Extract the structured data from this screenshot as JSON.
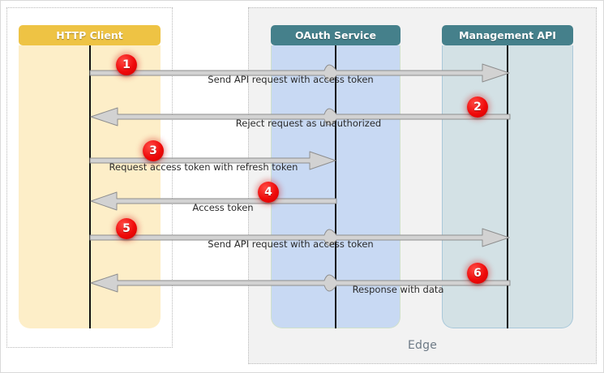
{
  "diagram": {
    "type": "sequence-diagram",
    "groups": [
      {
        "id": "client",
        "label": ""
      },
      {
        "id": "edge",
        "label": "Edge"
      }
    ],
    "actors": [
      {
        "id": "client",
        "name": "HTTP Client",
        "head_color": "#eec344",
        "body_color": "#fdeec8"
      },
      {
        "id": "oauth",
        "name": "OAuth Service",
        "head_color": "#45808b",
        "body_color": "#c8d9f3"
      },
      {
        "id": "mgmt",
        "name": "Management API",
        "head_color": "#45808b",
        "body_color": "#d3e1e5"
      }
    ],
    "messages": [
      {
        "step": "1",
        "label": "Send API request with access token",
        "from": "client",
        "to": "mgmt",
        "direction": "right"
      },
      {
        "step": "2",
        "label": "Reject request as unauthorized",
        "from": "mgmt",
        "to": "client",
        "direction": "left"
      },
      {
        "step": "3",
        "label": "Request access token with refresh token",
        "from": "client",
        "to": "oauth",
        "direction": "right"
      },
      {
        "step": "4",
        "label": "Access token",
        "from": "oauth",
        "to": "client",
        "direction": "left"
      },
      {
        "step": "5",
        "label": "Send API request with access token",
        "from": "client",
        "to": "mgmt",
        "direction": "right"
      },
      {
        "step": "6",
        "label": "Response with data",
        "from": "mgmt",
        "to": "client",
        "direction": "left"
      }
    ],
    "colors": {
      "badge": "#ef0a0a",
      "arrow_fill": "#d2d2d2",
      "arrow_stroke": "#8e8e8e",
      "edge_background": "#f2f2f2",
      "lifeline": "#111111"
    }
  }
}
